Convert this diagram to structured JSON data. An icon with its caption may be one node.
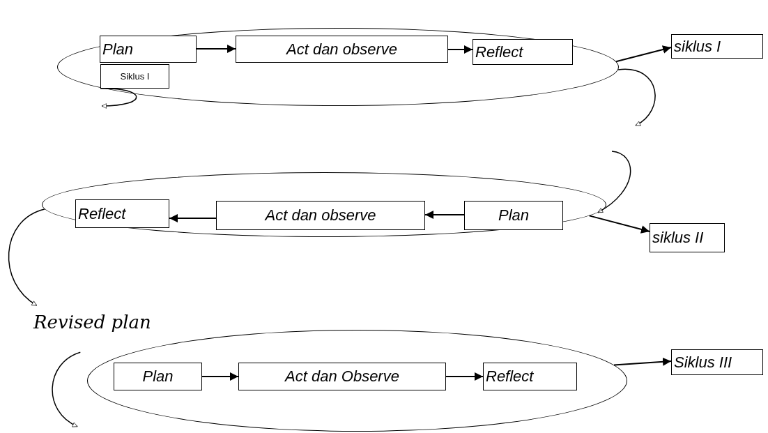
{
  "diagram": {
    "nodes": [
      {
        "text": [],
        "shape": "ellipse"
      },
      {
        "text": [
          "Plan"
        ],
        "in": 0
      },
      {
        "text": [
          "Act dan observe"
        ],
        "in": 0
      },
      {
        "text": [
          "Reflect"
        ],
        "in": 0
      },
      {
        "text": [
          "Siklus I"
        ],
        "in": 0
      },
      {
        "text": [
          "siklus I"
        ]
      },
      {
        "text": [],
        "shape": "ellipse"
      },
      {
        "text": [
          "Reflect"
        ],
        "in": 6
      },
      {
        "text": [
          "Act dan observe"
        ],
        "in": 6
      },
      {
        "text": [
          "Plan"
        ],
        "in": 6
      },
      {
        "text": [
          "siklus II"
        ]
      },
      {
        "text": [
          "Revised plan"
        ]
      },
      {
        "text": [],
        "shape": "ellipse"
      },
      {
        "text": [
          "Plan"
        ],
        "in": 12
      },
      {
        "text": [
          "Act dan Observe"
        ],
        "in": 12
      },
      {
        "text": [
          "Reflect"
        ],
        "in": 12
      },
      {
        "text": [
          "Siklus III"
        ]
      }
    ],
    "edges": [
      {
        "from": 1,
        "to": 2,
        "arrow": "to"
      },
      {
        "from": 2,
        "to": 3,
        "arrow": "to"
      },
      {
        "from": 0,
        "to": 5,
        "arrow": "to"
      },
      {
        "from": 4,
        "to": null,
        "arrow": "to"
      },
      {
        "from": 0,
        "to": null,
        "arrow": "to"
      },
      {
        "from": null,
        "to": 6,
        "arrow": "to"
      },
      {
        "from": 9,
        "to": 8,
        "arrow": "to"
      },
      {
        "from": 8,
        "to": 7,
        "arrow": "to"
      },
      {
        "from": 6,
        "to": 10,
        "arrow": "to"
      },
      {
        "from": 6,
        "to": 11,
        "arrow": "to"
      },
      {
        "from": 13,
        "to": 14,
        "arrow": "to"
      },
      {
        "from": 14,
        "to": 15,
        "arrow": "to"
      },
      {
        "from": 12,
        "to": 16,
        "arrow": "to"
      },
      {
        "from": 11,
        "to": 12,
        "arrow": "to"
      }
    ]
  }
}
